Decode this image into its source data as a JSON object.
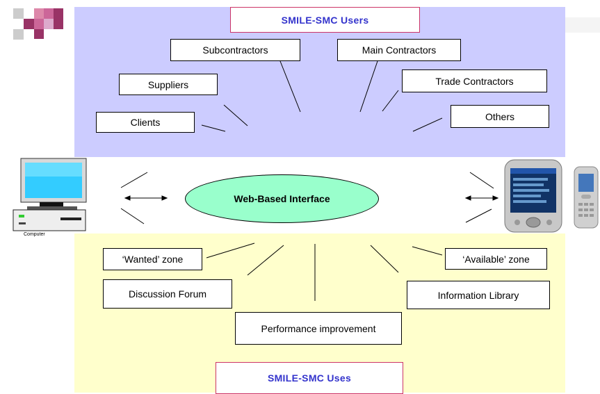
{
  "users_panel": {
    "title": "SMILE-SMC Users",
    "items": [
      "Subcontractors",
      "Main Contractors",
      "Suppliers",
      "Trade Contractors",
      "Clients",
      "Others"
    ]
  },
  "center": {
    "label": "Web-Based Interface",
    "computer_caption": "Computer"
  },
  "uses_panel": {
    "title": "SMILE-SMC Uses",
    "items": [
      "‘Wanted’ zone",
      "‘Available’ zone",
      "Discussion Forum",
      "Information Library",
      "Performance improvement"
    ]
  },
  "colors": {
    "users_bg": "#ccccff",
    "uses_bg": "#ffffcc",
    "ellipse_fill": "#99ffcc",
    "title_text": "#3333cc",
    "title_border": "#cc3366"
  },
  "icons": [
    "logo-squares-icon",
    "desktop-computer-icon",
    "pda-icon",
    "mobile-phone-icon"
  ]
}
